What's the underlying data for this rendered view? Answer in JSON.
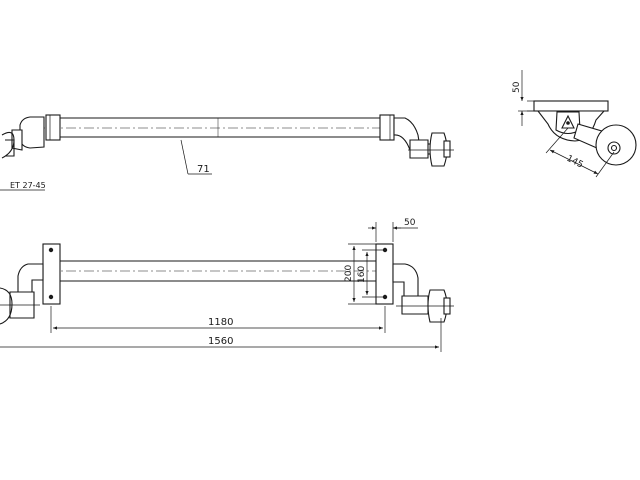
{
  "drawing": {
    "top_view": {
      "tube_diameter_label": "71",
      "part_code_label": "ET 27-45"
    },
    "front_view": {
      "bracket_width_label": "50",
      "bracket_height_label": "200",
      "bolt_spacing_label": "160",
      "bracket_spacing_label": "1180",
      "overall_length_label": "1560"
    },
    "side_view": {
      "height_label": "50",
      "arm_length_label": "145"
    }
  }
}
